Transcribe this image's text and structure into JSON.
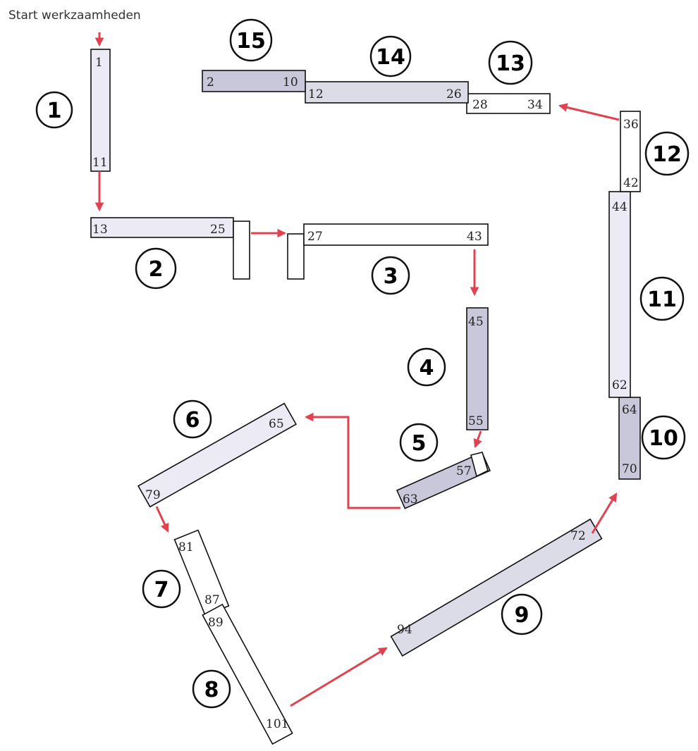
{
  "start_label": "Start werkzaamheden",
  "colors": {
    "arrow": "#e0434f",
    "segment_light": "#eceaf4",
    "segment_mid": "#dcdbe8",
    "segment_dark": "#c9c8da",
    "segment_white": "#ffffff",
    "outline": "#111111"
  },
  "sections": [
    {
      "id": 1,
      "from": "1",
      "to": "11"
    },
    {
      "id": 2,
      "from": "13",
      "to": "25"
    },
    {
      "id": 3,
      "from": "27",
      "to": "43"
    },
    {
      "id": 4,
      "from": "45",
      "to": "55"
    },
    {
      "id": 5,
      "from": "57",
      "to": "63"
    },
    {
      "id": 6,
      "from": "65",
      "to": "79"
    },
    {
      "id": 7,
      "from": "81",
      "to": "87"
    },
    {
      "id": 8,
      "from": "89",
      "to": "101"
    },
    {
      "id": 9,
      "from": "94",
      "to": "72"
    },
    {
      "id": 10,
      "from": "64",
      "to": "70"
    },
    {
      "id": 11,
      "from": "44",
      "to": "62"
    },
    {
      "id": 12,
      "from": "36",
      "to": "42"
    },
    {
      "id": 13,
      "from": "28",
      "to": "34"
    },
    {
      "id": 14,
      "from": "12",
      "to": "26"
    },
    {
      "id": 15,
      "from": "2",
      "to": "10"
    }
  ]
}
